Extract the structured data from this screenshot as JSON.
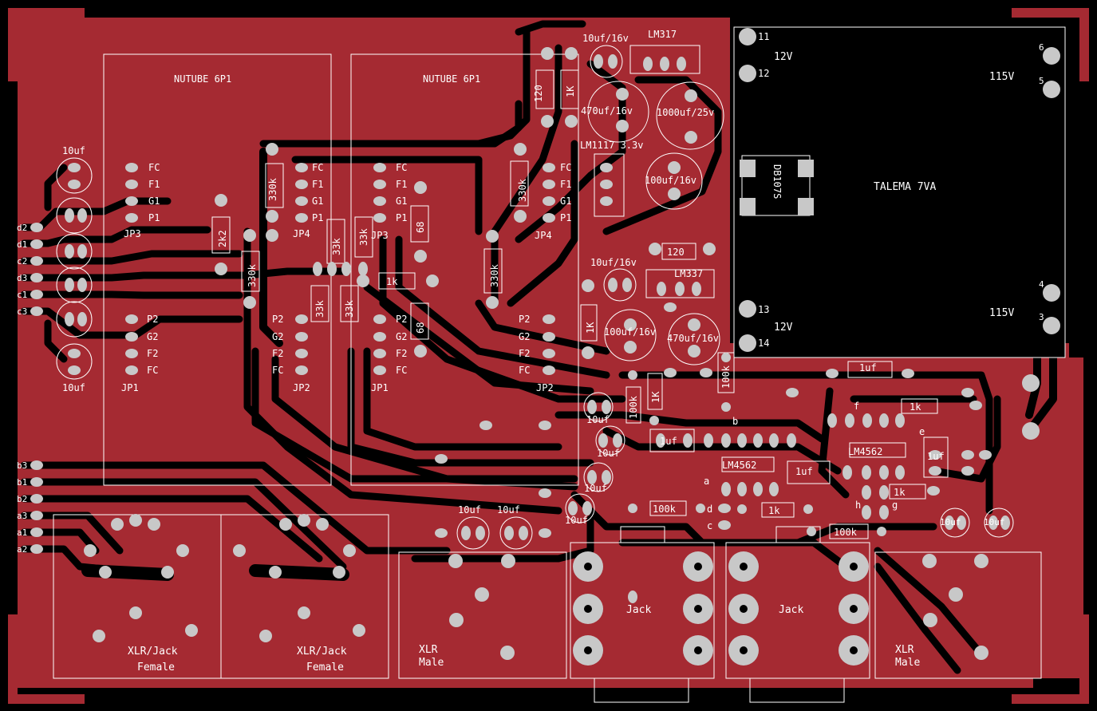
{
  "colors": {
    "copper": "#a52a32",
    "background": "#000000",
    "pad": "#c8c8c8",
    "silkscreen": "#ffffff"
  },
  "labels": [
    {
      "text": "NUTUBE 6P1"
    },
    {
      "text": "NUTUBE 6P1"
    },
    {
      "text": "10uf/16v"
    },
    {
      "text": "LM317"
    },
    {
      "text": "470uf/16v"
    },
    {
      "text": "1000uf/25v"
    },
    {
      "text": "LM1117 3.3v"
    },
    {
      "text": "100uf/16v"
    },
    {
      "text": "120"
    },
    {
      "text": "120"
    },
    {
      "text": "1K"
    },
    {
      "text": "330k"
    },
    {
      "text": "330k"
    },
    {
      "text": "330k"
    },
    {
      "text": "330k"
    },
    {
      "text": "2k2"
    },
    {
      "text": "33k"
    },
    {
      "text": "33k"
    },
    {
      "text": "33k"
    },
    {
      "text": "33k"
    },
    {
      "text": "68"
    },
    {
      "text": "68"
    },
    {
      "text": "1k"
    },
    {
      "text": "10uf"
    },
    {
      "text": "10uf"
    },
    {
      "text": "10uf"
    },
    {
      "text": "10uf"
    },
    {
      "text": "10uf"
    },
    {
      "text": "10uf"
    },
    {
      "text": "10uf"
    },
    {
      "text": "10uf"
    },
    {
      "text": "10uf"
    },
    {
      "text": "10uf"
    },
    {
      "text": "10uf/16v"
    },
    {
      "text": "LM337"
    },
    {
      "text": "100uf/16v"
    },
    {
      "text": "470uf/16v"
    },
    {
      "text": "1K"
    },
    {
      "text": "100k"
    },
    {
      "text": "1K"
    },
    {
      "text": "100k"
    },
    {
      "text": "1uf"
    },
    {
      "text": "LM4562"
    },
    {
      "text": "1uf"
    },
    {
      "text": "100k"
    },
    {
      "text": "1k"
    },
    {
      "text": "1uf"
    },
    {
      "text": "1k"
    },
    {
      "text": "LM4562"
    },
    {
      "text": "1uf"
    },
    {
      "text": "1k"
    },
    {
      "text": "100k"
    },
    {
      "text": "TALEMA 7VA"
    },
    {
      "text": "DB107S"
    },
    {
      "text": "12V"
    },
    {
      "text": "12V"
    },
    {
      "text": "115V"
    },
    {
      "text": "115V"
    },
    {
      "text": "11"
    },
    {
      "text": "12"
    },
    {
      "text": "13"
    },
    {
      "text": "14"
    },
    {
      "text": "6"
    },
    {
      "text": "5"
    },
    {
      "text": "4"
    },
    {
      "text": "3"
    },
    {
      "text": "FC"
    },
    {
      "text": "F1"
    },
    {
      "text": "G1"
    },
    {
      "text": "P1"
    },
    {
      "text": "JP3"
    },
    {
      "text": "FC"
    },
    {
      "text": "F1"
    },
    {
      "text": "G1"
    },
    {
      "text": "P1"
    },
    {
      "text": "JP4"
    },
    {
      "text": "FC"
    },
    {
      "text": "F1"
    },
    {
      "text": "G1"
    },
    {
      "text": "P1"
    },
    {
      "text": "JP3"
    },
    {
      "text": "FC"
    },
    {
      "text": "F1"
    },
    {
      "text": "G1"
    },
    {
      "text": "P1"
    },
    {
      "text": "JP4"
    },
    {
      "text": "P2"
    },
    {
      "text": "G2"
    },
    {
      "text": "F2"
    },
    {
      "text": "FC"
    },
    {
      "text": "JP1"
    },
    {
      "text": "P2"
    },
    {
      "text": "G2"
    },
    {
      "text": "F2"
    },
    {
      "text": "FC"
    },
    {
      "text": "JP2"
    },
    {
      "text": "P2"
    },
    {
      "text": "G2"
    },
    {
      "text": "F2"
    },
    {
      "text": "FC"
    },
    {
      "text": "JP1"
    },
    {
      "text": "P2"
    },
    {
      "text": "G2"
    },
    {
      "text": "F2"
    },
    {
      "text": "FC"
    },
    {
      "text": "JP2"
    },
    {
      "text": "d2"
    },
    {
      "text": "d1"
    },
    {
      "text": "c2"
    },
    {
      "text": "d3"
    },
    {
      "text": "c1"
    },
    {
      "text": "c3"
    },
    {
      "text": "b3"
    },
    {
      "text": "b1"
    },
    {
      "text": "b2"
    },
    {
      "text": "a3"
    },
    {
      "text": "a1"
    },
    {
      "text": "a2"
    },
    {
      "text": "XLR/Jack"
    },
    {
      "text": "Female"
    },
    {
      "text": "XLR/Jack"
    },
    {
      "text": "Female"
    },
    {
      "text": "XLR"
    },
    {
      "text": "Male"
    },
    {
      "text": "XLR"
    },
    {
      "text": "Male"
    },
    {
      "text": "Jack"
    },
    {
      "text": "Jack"
    },
    {
      "text": "a"
    },
    {
      "text": "b"
    },
    {
      "text": "c"
    },
    {
      "text": "d"
    },
    {
      "text": "e"
    },
    {
      "text": "f"
    },
    {
      "text": "g"
    },
    {
      "text": "h"
    }
  ]
}
